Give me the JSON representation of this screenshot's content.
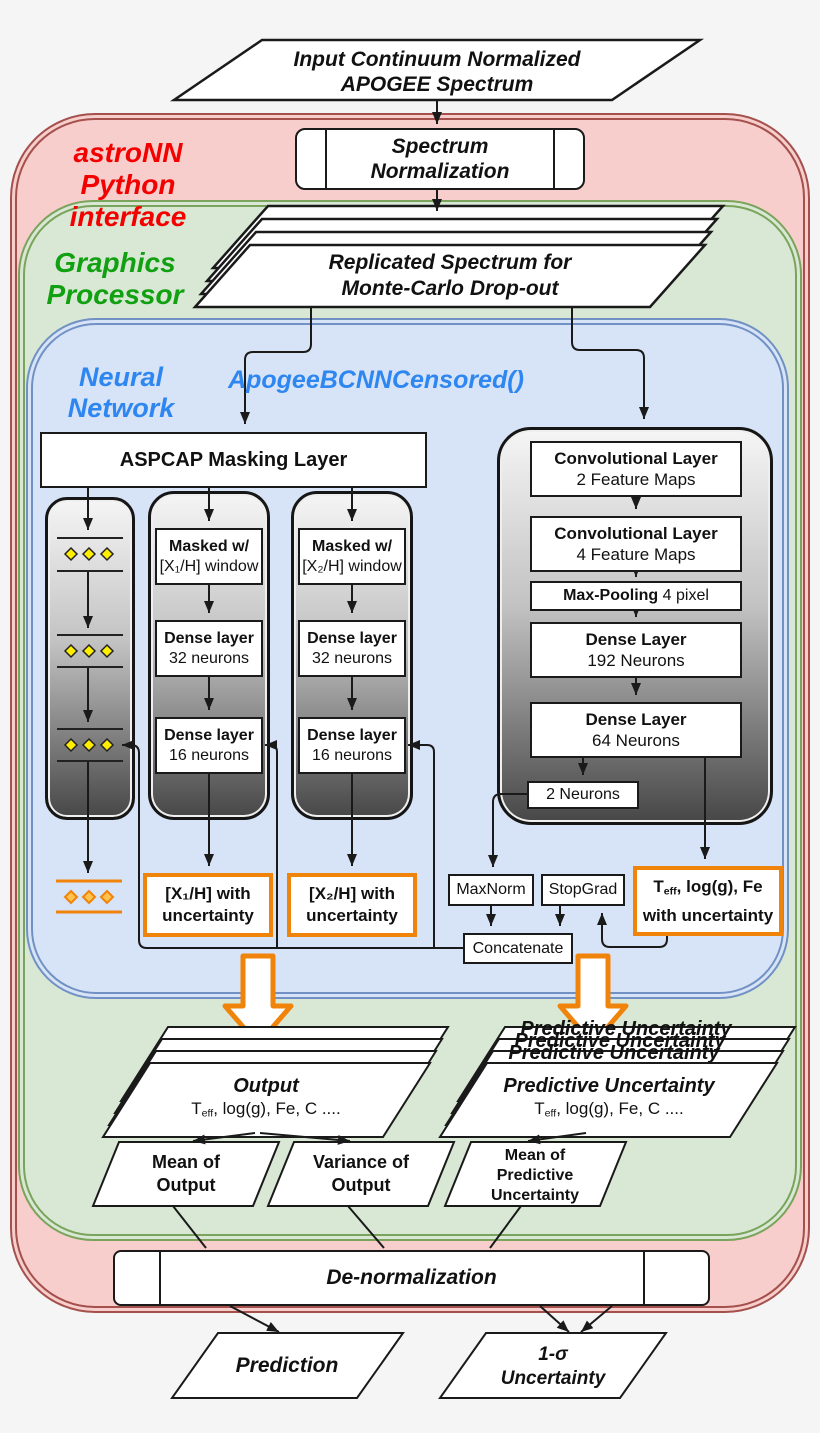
{
  "colors": {
    "orange_accent": "#f0830a",
    "astronn_red": "#f30000",
    "gpu_green": "#11a011",
    "nn_blue": "#2e86f0",
    "red_container_fill": "#f7cecb",
    "red_container_border": "#a4504c",
    "green_container_fill": "#d9e8d4",
    "green_container_border": "#7aa35c",
    "blue_container_fill": "#d7e3f6",
    "blue_container_border": "#7191c4"
  },
  "input_node": {
    "line1": "Input Continuum Normalized",
    "line2": "APOGEE Spectrum"
  },
  "astronn": {
    "line1": "astroNN",
    "line2": "Python interface"
  },
  "gpu": {
    "line1": "Graphics",
    "line2": "Processor"
  },
  "nn": {
    "line1": "Neural",
    "line2": "Network",
    "function_label": "ApogeeBCNNCensored()"
  },
  "spectrum_normalization": {
    "line1": "Spectrum",
    "line2": "Normalization"
  },
  "replicated_spectrum": {
    "line1": "Replicated Spectrum for",
    "line2": "Monte-Carlo Drop-out"
  },
  "aspcap_label": "ASPCAP Masking Layer",
  "col1": {
    "masked1": "Masked w/",
    "masked2": "[X₁/H] window",
    "d32a": "Dense layer",
    "d32b": "32 neurons",
    "d16a": "Dense layer",
    "d16b": "16 neurons"
  },
  "col2": {
    "masked1": "Masked w/",
    "masked2": "[X₂/H] window",
    "d32a": "Dense layer",
    "d32b": "32 neurons",
    "d16a": "Dense layer",
    "d16b": "16 neurons"
  },
  "main_net": {
    "conv1a": "Convolutional Layer",
    "conv1b": "2 Feature Maps",
    "conv2a": "Convolutional Layer",
    "conv2b": "4 Feature Maps",
    "maxpool_bold": "Max-Pooling",
    "maxpool_rest": " 4 pixel",
    "d192a": "Dense Layer",
    "d192b": "192 Neurons",
    "d64a": "Dense Layer",
    "d64b": "64 Neurons",
    "n2": "2 Neurons"
  },
  "nodes": {
    "maxnorm": "MaxNorm",
    "stopgrad": "StopGrad",
    "concatenate": "Concatenate"
  },
  "x1_out": {
    "line1": "[X₁/H] with",
    "line2": "uncertainty"
  },
  "x2_out": {
    "line1": "[X₂/H] with",
    "line2": "uncertainty"
  },
  "teff_out": {
    "pre": "T",
    "sub": "eff",
    "post": ", log(g), Fe",
    "line2": "with uncertainty"
  },
  "output_stack": {
    "title": "Output",
    "pre": "T",
    "sub": "eff",
    "post": ", log(g), Fe, C ...."
  },
  "pu_stack": {
    "title": "Predictive Uncertainty",
    "pre": "T",
    "sub": "eff",
    "post": ", log(g), Fe, C ...."
  },
  "stats": {
    "mean_out1": "Mean of",
    "mean_out2": "Output",
    "var_out1": "Variance of",
    "var_out2": "Output",
    "mean_pu1": "Mean of",
    "mean_pu2": "Predictive",
    "mean_pu3": "Uncertainty"
  },
  "denormalization_label": "De-normalization",
  "prediction_label": "Prediction",
  "sigma": {
    "line1": "1-σ",
    "line2": "Uncertainty"
  }
}
